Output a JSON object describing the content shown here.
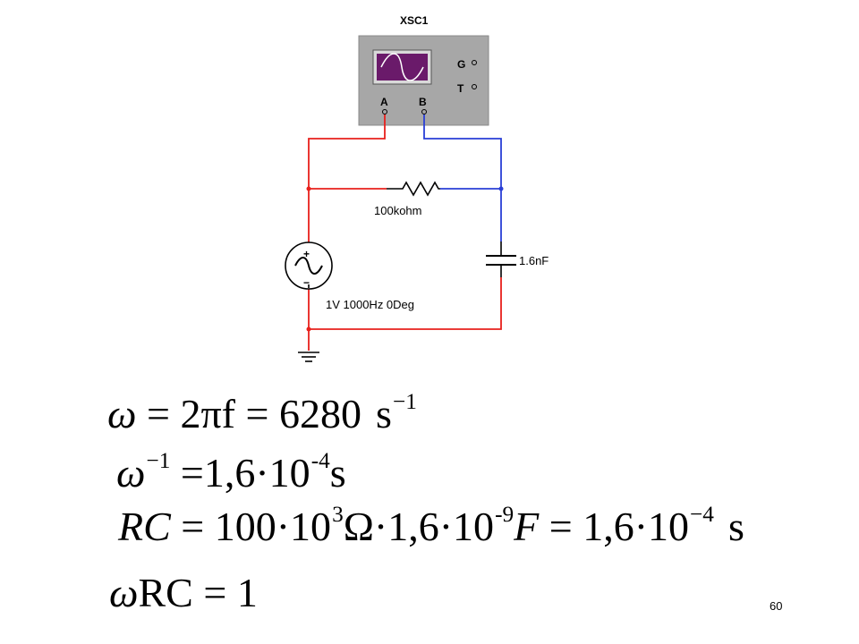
{
  "circuit": {
    "scope_label": "XSC1",
    "channel_a": "A",
    "channel_b": "B",
    "terminal_g": "G",
    "terminal_t": "T",
    "resistor_label": "100kohm",
    "capacitor_label": "1.6nF",
    "source_label": "1V 1000Hz 0Deg",
    "source_plus": "+",
    "source_minus": "−",
    "colors": {
      "channel_a_wire": "#e8201c",
      "channel_b_wire": "#2a3fd6",
      "scope_body": "#a7a7a7",
      "scope_screen": "#6a1a6a"
    }
  },
  "equations": [
    {
      "lhs": "ω",
      "mid": "2πf",
      "rhs": "6280",
      "unit": "s",
      "exp": "−1"
    },
    {
      "lhs": "ω",
      "lhs_exp": "−1",
      "rhs": "1,6·10",
      "rhs_exp": "-4",
      "unit": "s"
    },
    {
      "lhs": "RC",
      "a": "100·10",
      "a_exp": "3",
      "a_unit": "Ω",
      "b": "1,6·10",
      "b_exp": "-9",
      "b_unit": "F",
      "c": "1,6·10",
      "c_exp": "−4",
      "c_unit": "s"
    },
    {
      "lhs_w": "ω",
      "lhs_rc": "RC",
      "rhs": "1"
    }
  ],
  "page_number": "60"
}
